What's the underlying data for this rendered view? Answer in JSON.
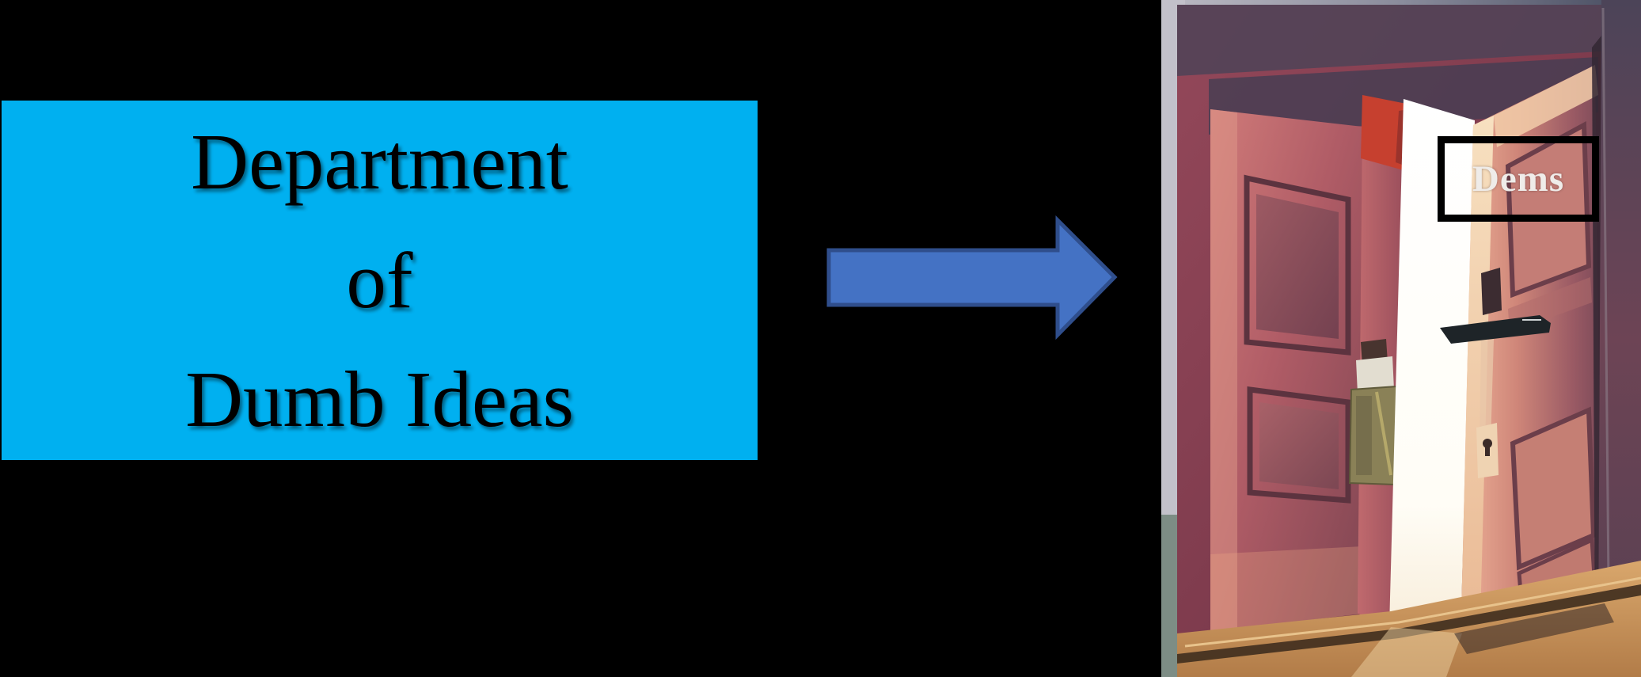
{
  "slide": {
    "background_color": "#000000",
    "title_box": {
      "lines": [
        "Department",
        "of",
        "Dumb Ideas"
      ],
      "fill_color": "#00B0F0",
      "text_color": "#000000"
    },
    "arrow": {
      "direction": "right",
      "fill_color": "#4472C4",
      "border_color": "#2F4E8C"
    },
    "door_image": {
      "name": "open-door-illustration",
      "label": {
        "text": "Dems",
        "text_color": "#EFECE9",
        "border_color": "#000000"
      }
    }
  }
}
